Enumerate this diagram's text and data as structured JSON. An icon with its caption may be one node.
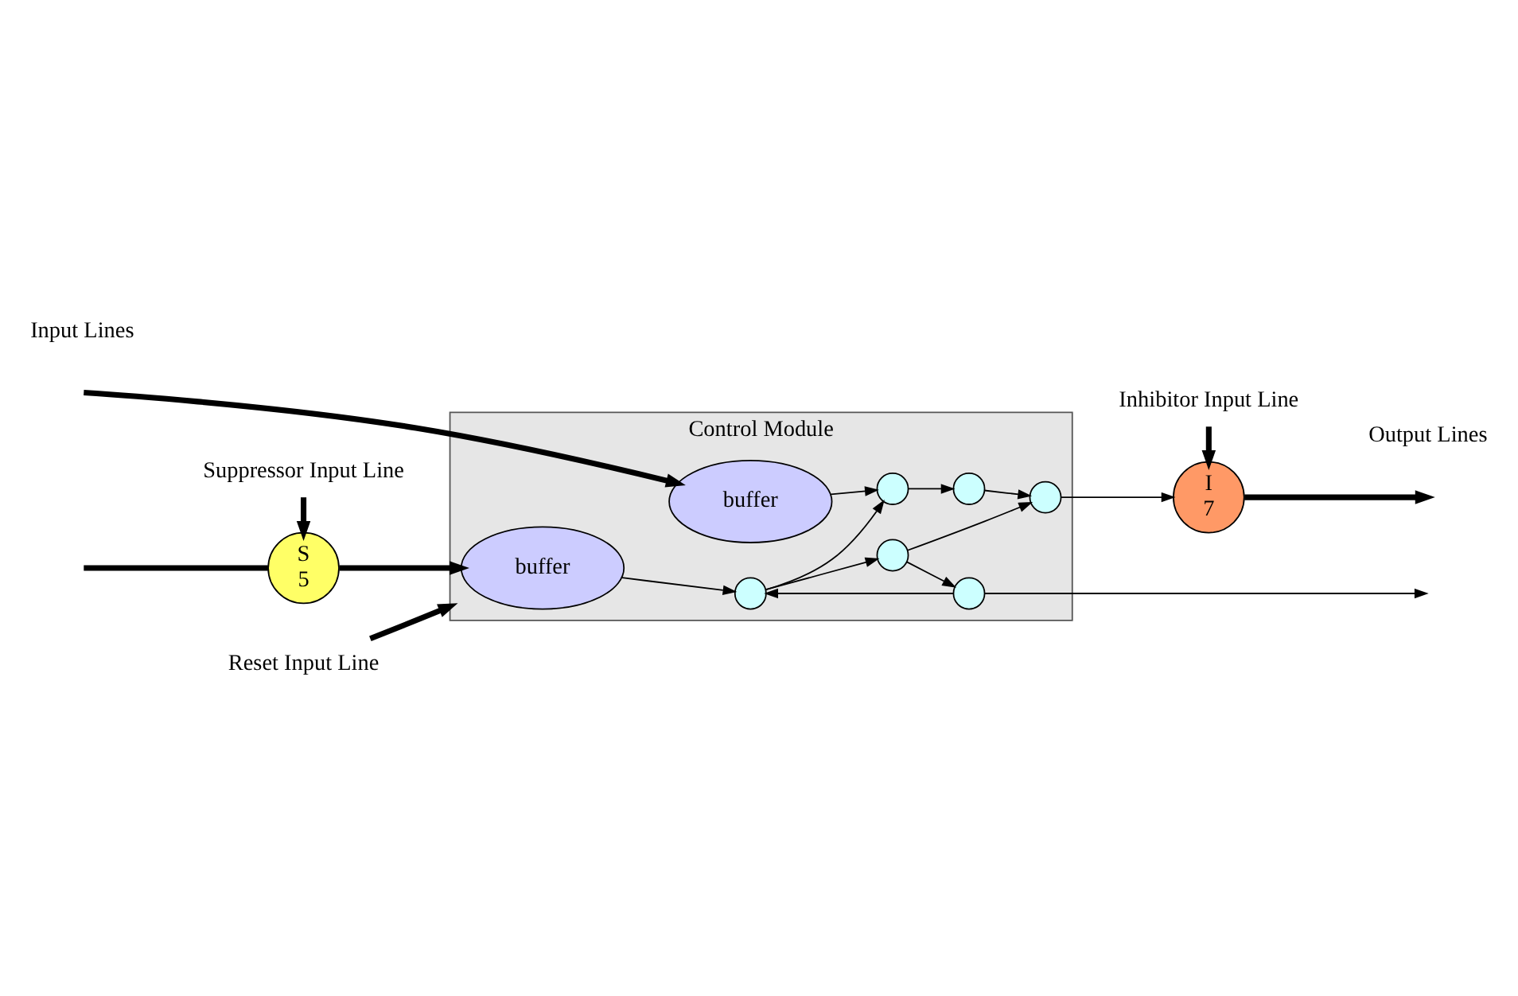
{
  "diagram": {
    "nodes": [
      {
        "text": [
          "Control Module"
        ]
      },
      {
        "text": [
          "buffer"
        ],
        "in": 0
      },
      {
        "text": [
          "buffer"
        ],
        "in": 0
      },
      {
        "text": [
          "S",
          "5"
        ]
      },
      {
        "text": [
          "I",
          "7"
        ]
      },
      {
        "text": [
          "Suppressor Input Line"
        ]
      },
      {
        "text": [
          "Reset Input Line"
        ]
      },
      {
        "text": [
          "Inhibitor Input Line"
        ]
      },
      {
        "text": [],
        "shape": "circle",
        "in": 0
      },
      {
        "text": [],
        "shape": "circle",
        "in": 0
      },
      {
        "text": [],
        "shape": "circle",
        "in": 0
      },
      {
        "text": [],
        "shape": "circle",
        "in": 0
      },
      {
        "text": [],
        "shape": "circle",
        "in": 0
      },
      {
        "text": [],
        "shape": "circle",
        "in": 0
      }
    ],
    "edges": [
      {
        "from": null,
        "to": 3,
        "arrow": "none",
        "style": "thick"
      },
      {
        "from": 3,
        "to": 1,
        "arrow": "to",
        "style": "thick"
      },
      {
        "from": null,
        "to": 2,
        "arrow": "to",
        "style": "thick"
      },
      {
        "from": 5,
        "to": 3,
        "arrow": "to",
        "style": "thick"
      },
      {
        "from": 6,
        "to": 0,
        "arrow": "to",
        "style": "thick"
      },
      {
        "from": 7,
        "to": 4,
        "arrow": "to",
        "style": "thick"
      },
      {
        "from": 1,
        "to": 8,
        "arrow": "to"
      },
      {
        "from": 2,
        "to": 9,
        "arrow": "to"
      },
      {
        "from": 8,
        "to": 11,
        "arrow": "to"
      },
      {
        "from": 11,
        "to": 10,
        "arrow": "to"
      },
      {
        "from": 10,
        "to": 8,
        "arrow": "to"
      },
      {
        "from": 8,
        "to": 9,
        "arrow": "to"
      },
      {
        "from": 9,
        "to": 12,
        "arrow": "to"
      },
      {
        "from": 11,
        "to": 13,
        "arrow": "to"
      },
      {
        "from": 12,
        "to": 13,
        "arrow": "to"
      },
      {
        "from": 10,
        "to": null,
        "arrow": "to"
      },
      {
        "from": 13,
        "to": 4,
        "arrow": "to"
      },
      {
        "from": 4,
        "to": null,
        "arrow": "to",
        "style": "thick"
      }
    ],
    "labels": [
      "Input Lines",
      "Output Lines"
    ]
  }
}
